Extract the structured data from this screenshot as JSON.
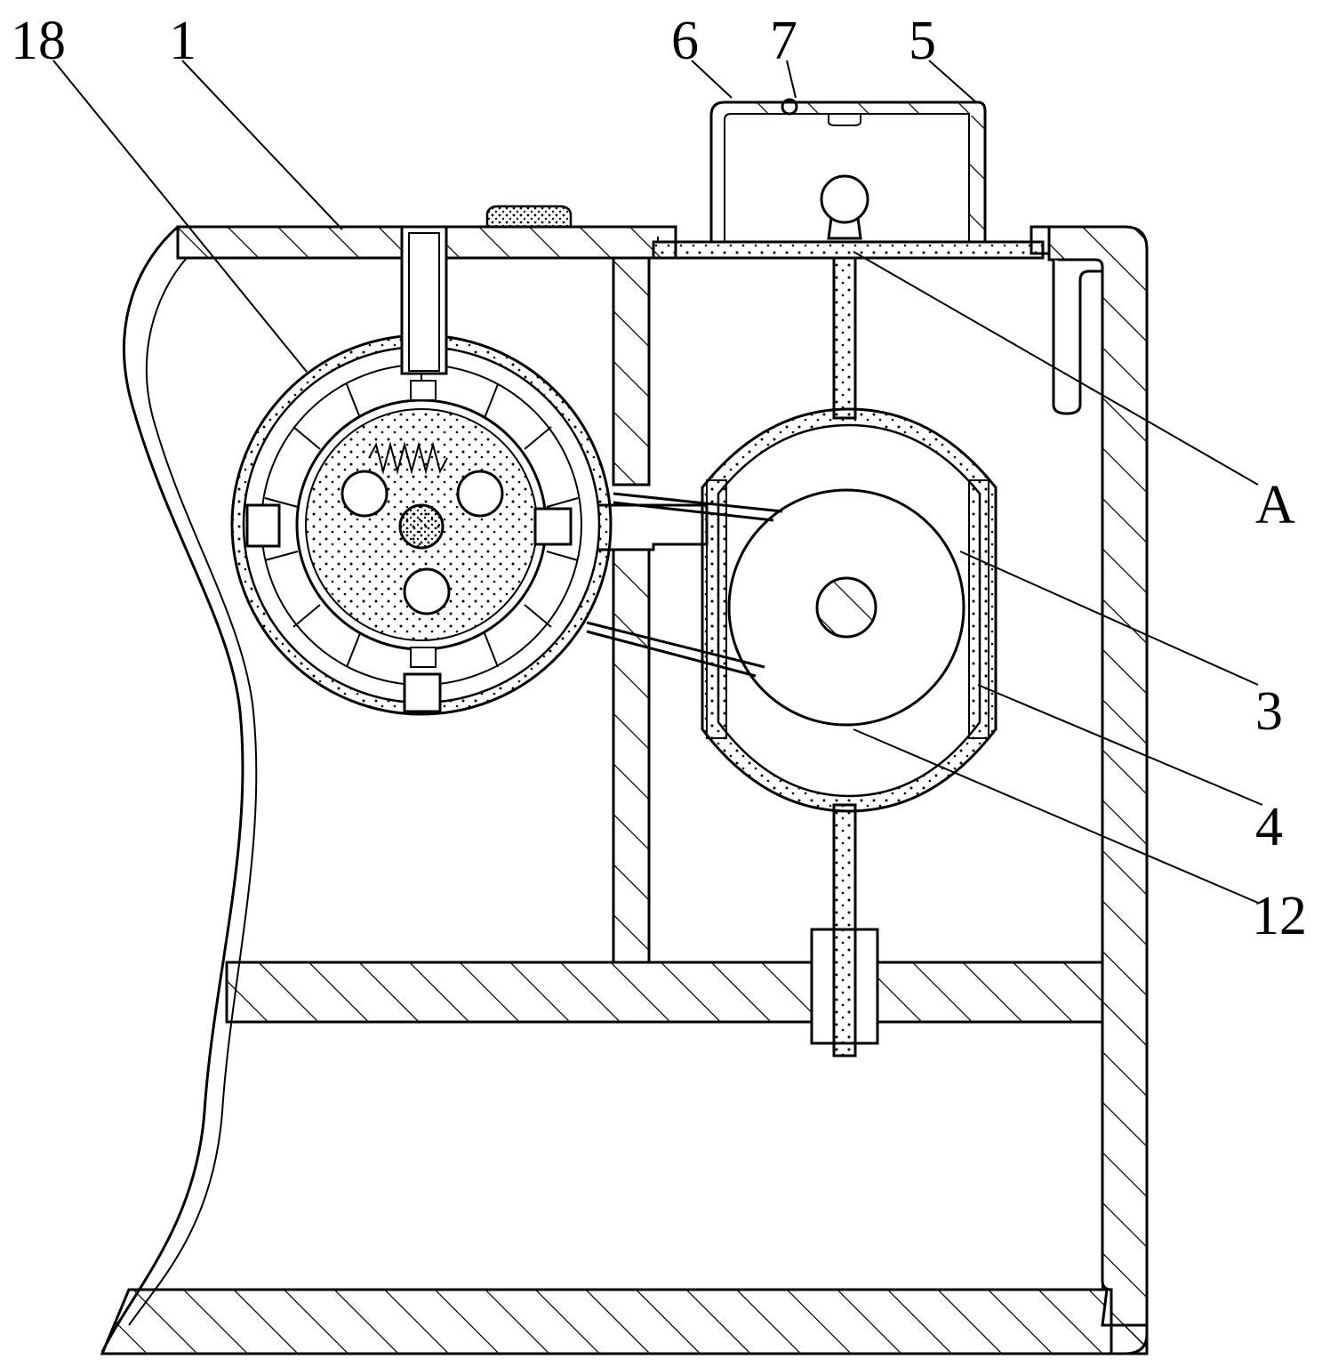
{
  "figure": {
    "labels": [
      {
        "id": "18",
        "text": "18"
      },
      {
        "id": "1",
        "text": "1"
      },
      {
        "id": "6",
        "text": "6"
      },
      {
        "id": "7",
        "text": "7"
      },
      {
        "id": "5",
        "text": "5"
      },
      {
        "id": "A",
        "text": "A"
      },
      {
        "id": "3",
        "text": "3"
      },
      {
        "id": "4",
        "text": "4"
      },
      {
        "id": "12",
        "text": "12"
      }
    ]
  }
}
